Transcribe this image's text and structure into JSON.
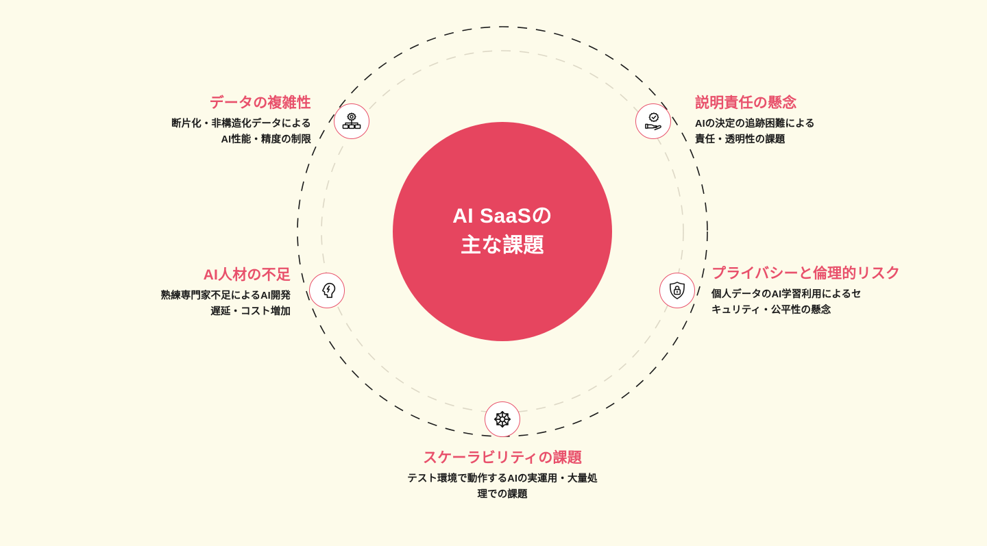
{
  "colors": {
    "background": "#FDFBEA",
    "hub_fill": "#E6455F",
    "accent_pink": "#E8506B",
    "body_text": "#1A1A1A",
    "ring_outer_dash": "#1A1A1A",
    "ring_inner_dash": "#DDD8C6",
    "badge_fill": "#FFFFFF"
  },
  "hub": {
    "title": "AI SaaSの\n主な課題"
  },
  "nodes": [
    {
      "id": "data-complexity",
      "title": "データの複雑性",
      "description": "断片化・非構造化データによる\nAI性能・精度の制限",
      "icon": "gear-hierarchy-icon",
      "align": "right",
      "position": "top-left"
    },
    {
      "id": "accountability",
      "title": "説明責任の懸念",
      "description": "AIの決定の追跡困難による\n責任・透明性の課題",
      "icon": "hand-gear-check-icon",
      "align": "left",
      "position": "top-right"
    },
    {
      "id": "talent-shortage",
      "title": "AI人材の不足",
      "description": "熟練専門家不足によるAI開発\n遅延・コスト増加",
      "icon": "head-lightning-icon",
      "align": "right",
      "position": "left"
    },
    {
      "id": "privacy-ethics",
      "title": "プライバシーと倫理的リスク",
      "description": "個人データのAI学習利用によるセ\nキュリティ・公平性の懸念",
      "icon": "shield-lock-icon",
      "align": "left",
      "position": "right"
    },
    {
      "id": "scalability",
      "title": "スケーラビリティの課題",
      "description": "テスト環境で動作するAIの実運用・大量処\n理での課題",
      "icon": "expand-arrows-icon",
      "align": "center",
      "position": "bottom"
    }
  ],
  "rings": {
    "outer_label": "outer-dashed-ring",
    "inner_label": "inner-dashed-ring"
  }
}
